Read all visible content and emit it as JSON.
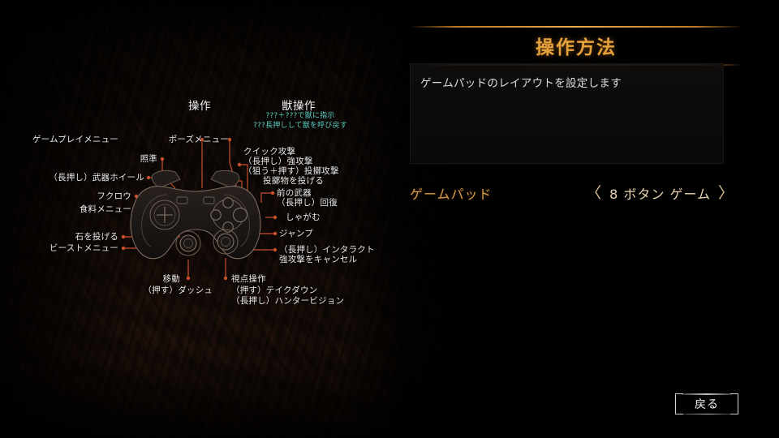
{
  "header": {
    "title": "操作方法"
  },
  "description": {
    "text": "ゲームパッドのレイアウトを設定します"
  },
  "setting": {
    "label": "ゲームパッド",
    "value": "8 ボタン ゲーム",
    "prev_arrow": "〈",
    "next_arrow": "〉"
  },
  "footer": {
    "back_label": "戻る"
  },
  "diagram": {
    "heading_controls": "操作",
    "heading_beast": "獣操作",
    "beast_lines": [
      "???＋???で獣に指示",
      "???長押しして獣を呼び戻す"
    ],
    "left_labels": [
      {
        "name": "gameplay-menu",
        "text": "ゲームプレイメニュー"
      },
      {
        "name": "aim",
        "text": "照準"
      },
      {
        "name": "weapon-wheel",
        "text": "（長押し）武器ホイール"
      },
      {
        "name": "owl",
        "text": "フクロウ"
      },
      {
        "name": "food-menu",
        "text": "食料メニュー"
      },
      {
        "name": "throw-stone",
        "text": "石を投げる"
      },
      {
        "name": "beast-menu",
        "text": "ビーストメニュー"
      }
    ],
    "right_labels": [
      {
        "name": "pause-menu",
        "text": "ポーズメニュー"
      },
      {
        "name": "quick-attack",
        "text": "クイック攻撃"
      },
      {
        "name": "heavy-attack",
        "text": "（長押し）強攻撃"
      },
      {
        "name": "throw-attack",
        "text": "（狙う＋押す）投擲攻撃"
      },
      {
        "name": "throw-item",
        "text": "投擲物を投げる"
      },
      {
        "name": "prev-weapon",
        "text": "前の武器"
      },
      {
        "name": "heal",
        "text": "（長押し）回復"
      },
      {
        "name": "crouch",
        "text": "しゃがむ"
      },
      {
        "name": "jump",
        "text": "ジャンプ"
      },
      {
        "name": "interact",
        "text": "（長押し）インタラクト"
      },
      {
        "name": "cancel-heavy-attack",
        "text": "強攻撃をキャンセル"
      }
    ],
    "bottom_left": [
      {
        "name": "move",
        "text": "移動"
      },
      {
        "name": "dash",
        "text": "（押す）ダッシュ"
      }
    ],
    "bottom_right": [
      {
        "name": "camera",
        "text": "視点操作"
      },
      {
        "name": "takedown",
        "text": "（押す）テイクダウン"
      },
      {
        "name": "hunter-vision",
        "text": "（長押し）ハンタービジョン"
      }
    ]
  },
  "colors": {
    "accent": "#e6a33c",
    "leader_line": "#c8502a",
    "beast_text": "#5fd2c4",
    "label_text": "#e9e9e9"
  }
}
